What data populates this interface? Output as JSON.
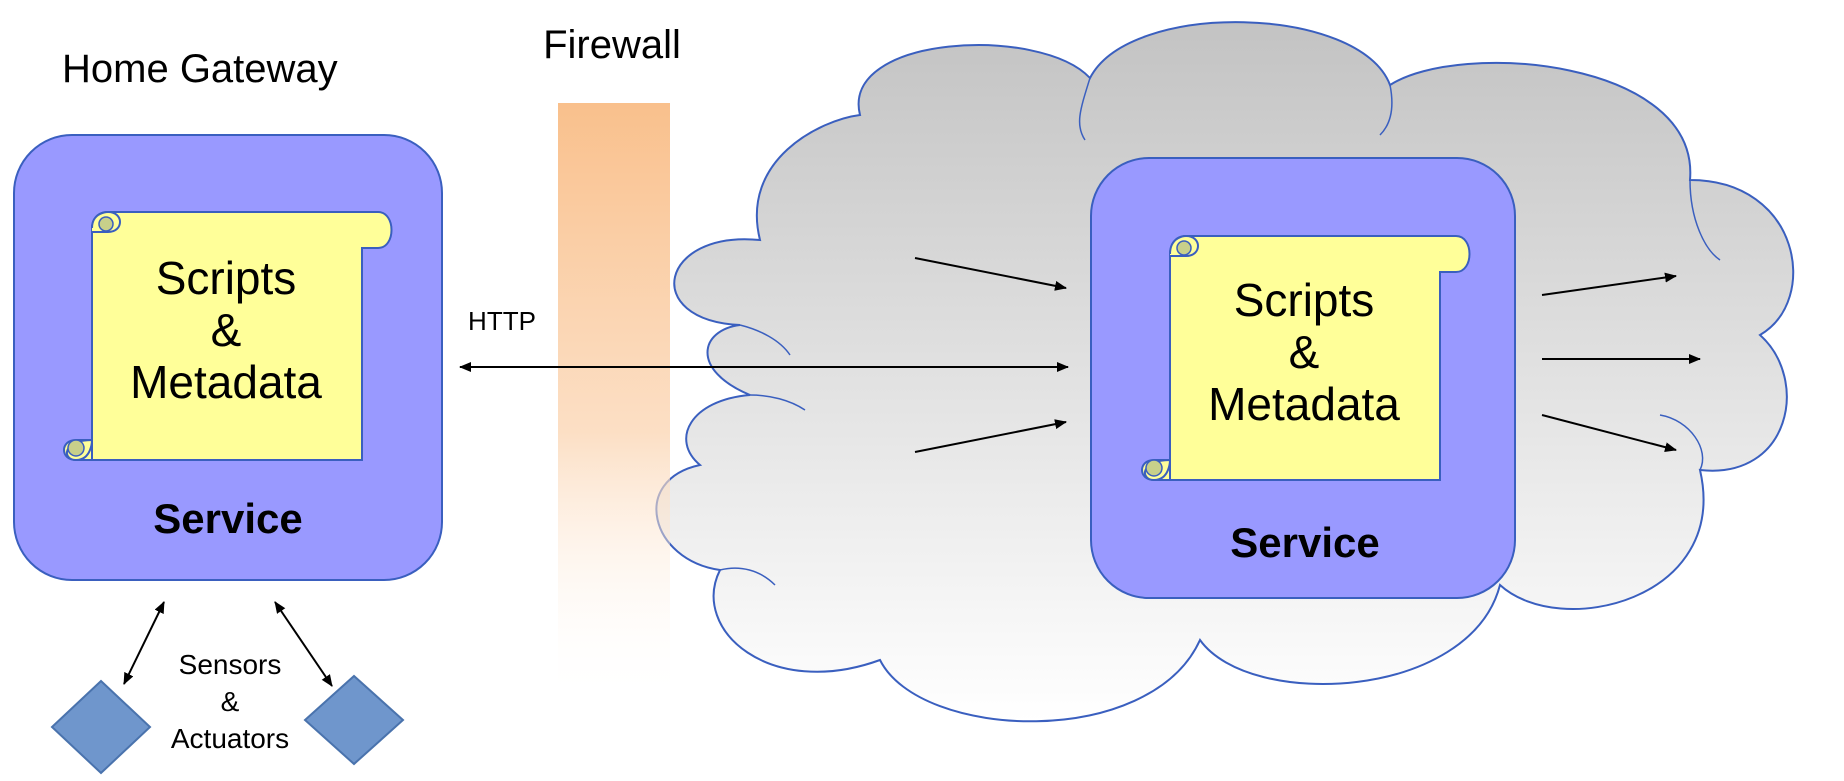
{
  "labels": {
    "home_gateway": "Home Gateway",
    "firewall": "Firewall",
    "http": "HTTP",
    "sensors_line1": "Sensors",
    "sensors_line2": "&",
    "sensors_line3": "Actuators"
  },
  "gateway_service": {
    "scroll_line1": "Scripts",
    "scroll_line2": "&",
    "scroll_line3": "Metadata",
    "service_label": "Service"
  },
  "cloud_service": {
    "scroll_line1": "Scripts",
    "scroll_line2": "&",
    "scroll_line3": "Metadata",
    "service_label": "Service"
  },
  "colors": {
    "service_fill": "#9999ff",
    "service_stroke": "#3a5fbf",
    "scroll_fill": "#ffff99",
    "scroll_stroke": "#3a5fbf",
    "scroll_curl": "#c8d08a",
    "cloud_top": "#c3c3c3",
    "cloud_bottom": "#ffffff",
    "cloud_stroke": "#3a5fbf",
    "firewall": "#f9c08c",
    "diamond_fill": "#6f96cc",
    "diamond_stroke": "#4a73ad",
    "arrow": "#000000"
  }
}
